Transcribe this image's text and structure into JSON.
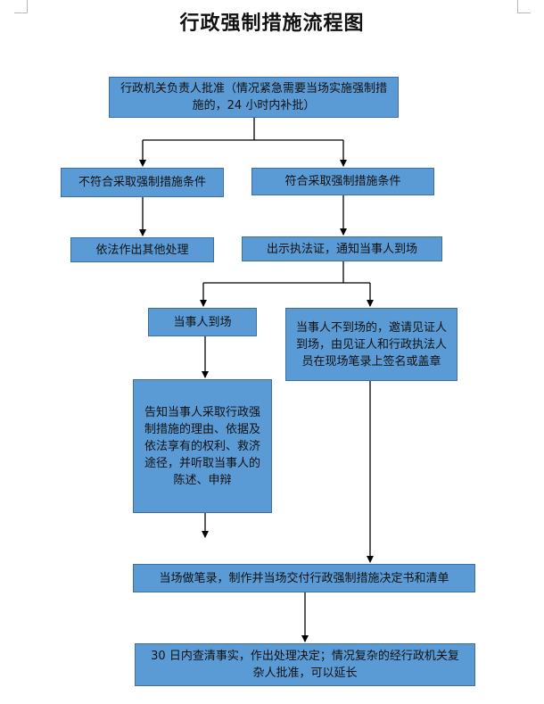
{
  "title": "行政强制措施流程图",
  "boxes": {
    "approval": "行政机关负责人批准（情况紧急需要当场实施强制措施的，24 小时内补批）",
    "not_meet": "不符合采取强制措施条件",
    "meet": "符合采取强制措施条件",
    "other_handling": "依法作出其他处理",
    "show_cert": "出示执法证，通知当事人到场",
    "party_present": "当事人到场",
    "party_absent": "当事人不到场的，邀请见证人到场，由见证人和行政执法人员在现场笔录上签名或盖章",
    "inform": "告知当事人采取行政强制措施的理由、依据及依法享有的权利、救济途径，并听取当事人的陈述、申辩",
    "record": "当场做笔录，制作并当场交付行政强制措施决定书和清单",
    "final": "30 日内查清事实，作出处理决定；情况复杂的经行政机关复杂人批准，可以延长"
  },
  "colors": {
    "box_fill": "#5b9bd5",
    "box_border": "#3f6f9e",
    "line": "#000000"
  }
}
